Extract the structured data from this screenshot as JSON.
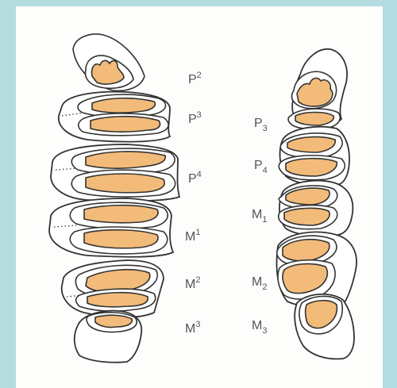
{
  "left_labels": [
    {
      "base": "P",
      "mark": "2",
      "kind": "sup"
    },
    {
      "base": "P",
      "mark": "3",
      "kind": "sup"
    },
    {
      "base": "P",
      "mark": "4",
      "kind": "sup"
    },
    {
      "base": "M",
      "mark": "1",
      "kind": "sup"
    },
    {
      "base": "M",
      "mark": "2",
      "kind": "sup"
    },
    {
      "base": "M",
      "mark": "3",
      "kind": "sup"
    }
  ],
  "right_labels": [
    {
      "base": "P",
      "mark": "3",
      "kind": "sub"
    },
    {
      "base": "P",
      "mark": "4",
      "kind": "sub"
    },
    {
      "base": "M",
      "mark": "1",
      "kind": "sub"
    },
    {
      "base": "M",
      "mark": "2",
      "kind": "sub"
    },
    {
      "base": "M",
      "mark": "3",
      "kind": "sub"
    }
  ],
  "colors": {
    "background": "#b3dde0",
    "panel": "#fdfdfb",
    "dentine": "#f2bb7a",
    "outline": "#333333",
    "label": "#555555"
  }
}
